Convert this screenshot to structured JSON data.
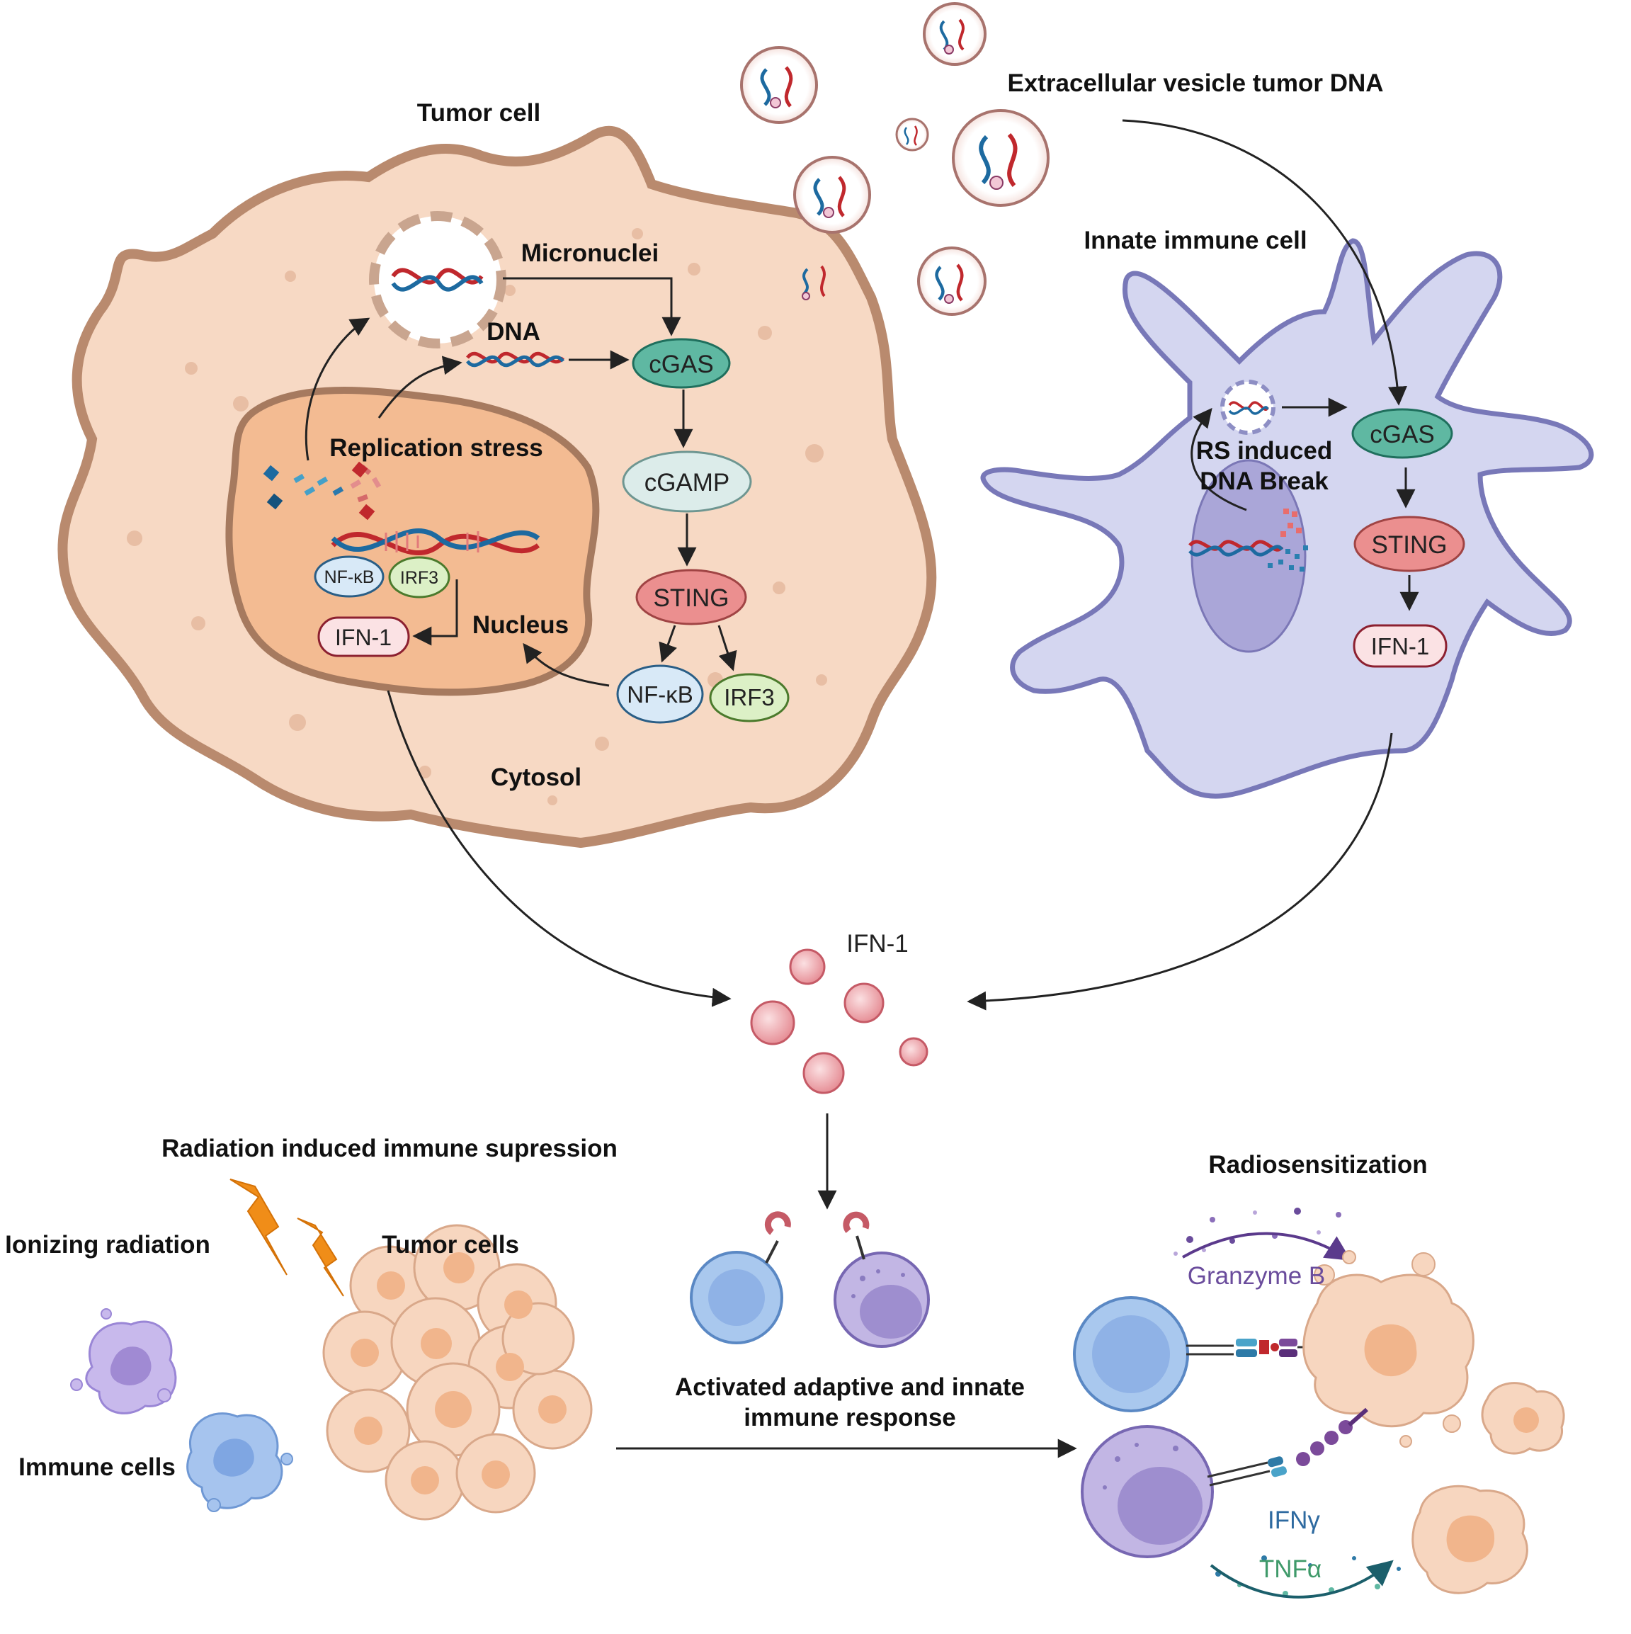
{
  "labels": {
    "tumor_cell": "Tumor cell",
    "extracellular": "Extracellular vesicle tumor DNA",
    "innate_immune_cell": "Innate immune cell",
    "micronuclei": "Micronuclei",
    "dna": "DNA",
    "replication_stress": "Replication stress",
    "nucleus": "Nucleus",
    "cytosol": "Cytosol",
    "rs_induced_1": "RS induced",
    "rs_induced_2": "DNA Break",
    "ifn_center": "IFN-1",
    "radiation_suppression": "Radiation induced  immune supression",
    "ionizing_radiation": "Ionizing radiation",
    "tumor_cells": "Tumor cells",
    "immune_cells": "Immune cells",
    "activated_1": "Activated adaptive and innate",
    "activated_2": "immune response",
    "radiosensitization": "Radiosensitization",
    "granzyme": "Granzyme B",
    "ifng": "IFNγ",
    "tnfa": "TNFα"
  },
  "tumor_pathway": {
    "cgas": "cGAS",
    "cgamp": "cGAMP",
    "sting": "STING",
    "nfkb": "NF-κB",
    "irf3": "IRF3",
    "nuc_nfkb": "NF-κB",
    "nuc_irf3": "IRF3",
    "nuc_ifn": "IFN-1"
  },
  "immune_pathway": {
    "cgas": "cGAS",
    "sting": "STING",
    "ifn": "IFN-1"
  },
  "colors": {
    "tumor_fill": "#f7d9c4",
    "tumor_stroke": "#b98a6e",
    "nucleus_fill": "#f3bb92",
    "immune_fill": "#d4d6f0",
    "immune_stroke": "#7878b8",
    "cgas": "#5fb8a2",
    "cgamp": "#dcecea",
    "sting": "#eb8f8f",
    "nfkb": "#d8e9f7",
    "irf3": "#dcf0c6",
    "ifn": "#fbe2e4",
    "dna_red": "#c0282d",
    "dna_blue": "#1d6aa0"
  }
}
